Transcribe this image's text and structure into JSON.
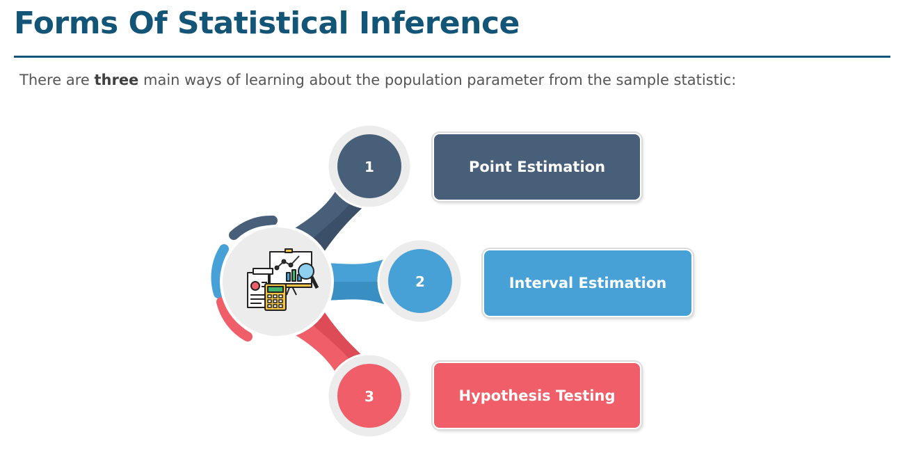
{
  "title": "Forms Of Statistical Inference",
  "intro": {
    "before": "There are ",
    "bold": "three",
    "after": " main ways of learning about the population parameter from the sample statistic:"
  },
  "colors": {
    "title": "#135577",
    "dark": "#485f79",
    "blue": "#47a1d6",
    "red": "#f05f69",
    "ring": "#e9e9ea"
  },
  "hub": {
    "icon": "statistics-report-calculator-icon"
  },
  "items": [
    {
      "number": "1",
      "label": "Point Estimation",
      "color": "#485f79"
    },
    {
      "number": "2",
      "label": "Interval Estimation",
      "color": "#47a1d6"
    },
    {
      "number": "3",
      "label": "Hypothesis Testing",
      "color": "#f05f69"
    }
  ]
}
